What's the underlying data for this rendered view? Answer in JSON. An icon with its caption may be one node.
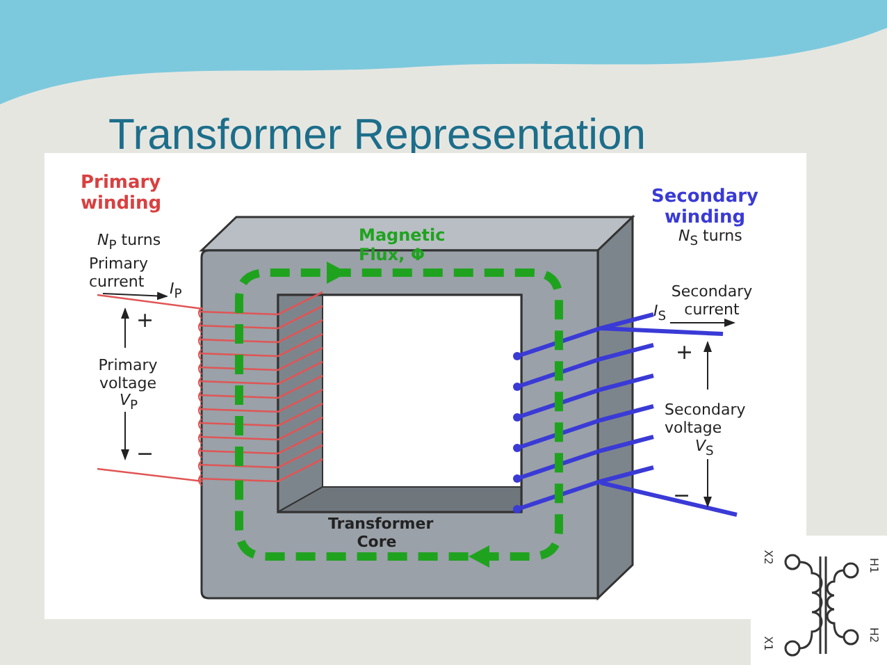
{
  "diagram": {
    "title": "Transformer Representation",
    "labels": [
      "Primary winding",
      "*N*$_{P}$ turns",
      "Primary current",
      "*I*$_{P}$",
      "+",
      "Primary voltage",
      "*V*$_{P}$",
      "−",
      "Magnetic Flux, Φ",
      "Transformer Core",
      "Secondary winding",
      "*N*$_{S}$ turns",
      "Secondary current",
      "*I*$_{S}$",
      "+",
      "Secondary voltage",
      "*V*$_{S}$",
      "−",
      "X2",
      "X1",
      "H1",
      "H2"
    ]
  }
}
